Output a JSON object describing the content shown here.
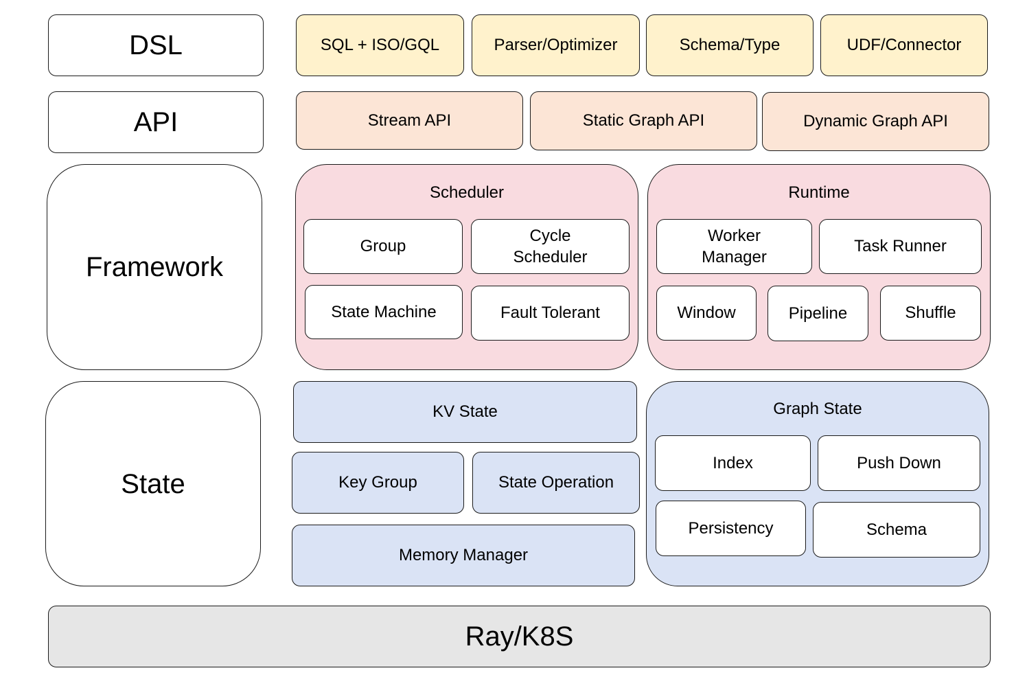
{
  "layers": {
    "dsl": "DSL",
    "api": "API",
    "framework": "Framework",
    "state": "State"
  },
  "dsl_components": [
    "SQL + ISO/GQL",
    "Parser/Optimizer",
    "Schema/Type",
    "UDF/Connector"
  ],
  "api_components": [
    "Stream API",
    "Static Graph API",
    "Dynamic Graph API"
  ],
  "scheduler": {
    "title": "Scheduler",
    "items": [
      "Group",
      "Cycle\nScheduler",
      "State Machine",
      "Fault Tolerant"
    ]
  },
  "runtime": {
    "title": "Runtime",
    "items": [
      "Worker\nManager",
      "Task Runner",
      "Window",
      "Pipeline",
      "Shuffle"
    ]
  },
  "kv_state": {
    "items": [
      "KV State",
      "Key Group",
      "State Operation",
      "Memory Manager"
    ]
  },
  "graph_state": {
    "title": "Graph State",
    "items": [
      "Index",
      "Push Down",
      "Persistency",
      "Schema"
    ]
  },
  "base": "Ray/K8S",
  "colors": {
    "dsl": "#fff2cc",
    "api": "#fce5d6",
    "framework": "#f9dbe0",
    "state": "#dae3f5",
    "base": "#e6e6e6"
  }
}
